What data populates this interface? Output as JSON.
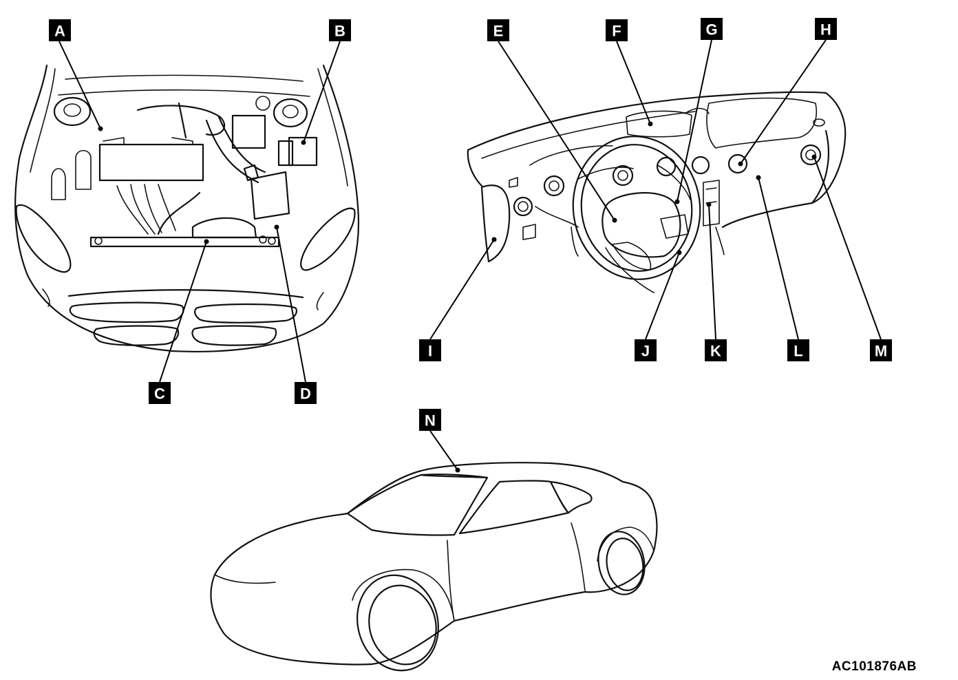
{
  "diagram": {
    "callouts": [
      {
        "id": "A",
        "label": "A"
      },
      {
        "id": "B",
        "label": "B"
      },
      {
        "id": "C",
        "label": "C"
      },
      {
        "id": "D",
        "label": "D"
      },
      {
        "id": "E",
        "label": "E"
      },
      {
        "id": "F",
        "label": "F"
      },
      {
        "id": "G",
        "label": "G"
      },
      {
        "id": "H",
        "label": "H"
      },
      {
        "id": "I",
        "label": "I"
      },
      {
        "id": "J",
        "label": "J"
      },
      {
        "id": "K",
        "label": "K"
      },
      {
        "id": "L",
        "label": "L"
      },
      {
        "id": "M",
        "label": "M"
      },
      {
        "id": "N",
        "label": "N"
      }
    ],
    "figure_id": "AC101876AB"
  }
}
